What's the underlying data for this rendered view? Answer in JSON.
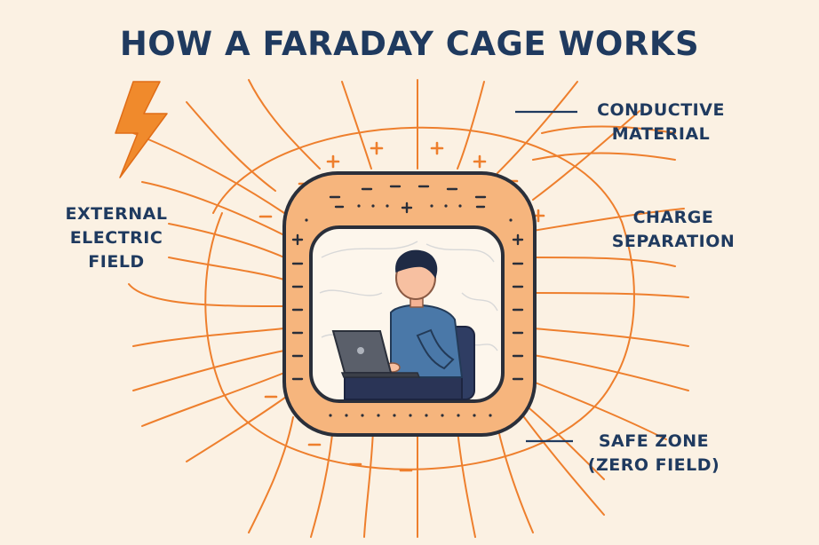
{
  "title": "HOW A FARADAY CAGE WORKS",
  "labels": {
    "conductive_material": [
      "CONDUCTIVE",
      "MATERIAL"
    ],
    "external_field": [
      "EXTERNAL",
      "ELECTRIC",
      "FIELD"
    ],
    "charge_separation": [
      "CHARGE",
      "SEPARATION"
    ],
    "safe_zone": [
      "SAFE ZONE",
      "(ZERO FIELD)"
    ]
  },
  "icons": [
    "lightning-bolt-icon",
    "person-with-laptop-icon"
  ],
  "colors": {
    "background": "#fbf1e3",
    "field_lines": "#ee7f2d",
    "cage": "#f6b57d",
    "cage_outline": "#2a2f3a",
    "text": "#1f3a5f",
    "lightning": "#f08a2c"
  }
}
